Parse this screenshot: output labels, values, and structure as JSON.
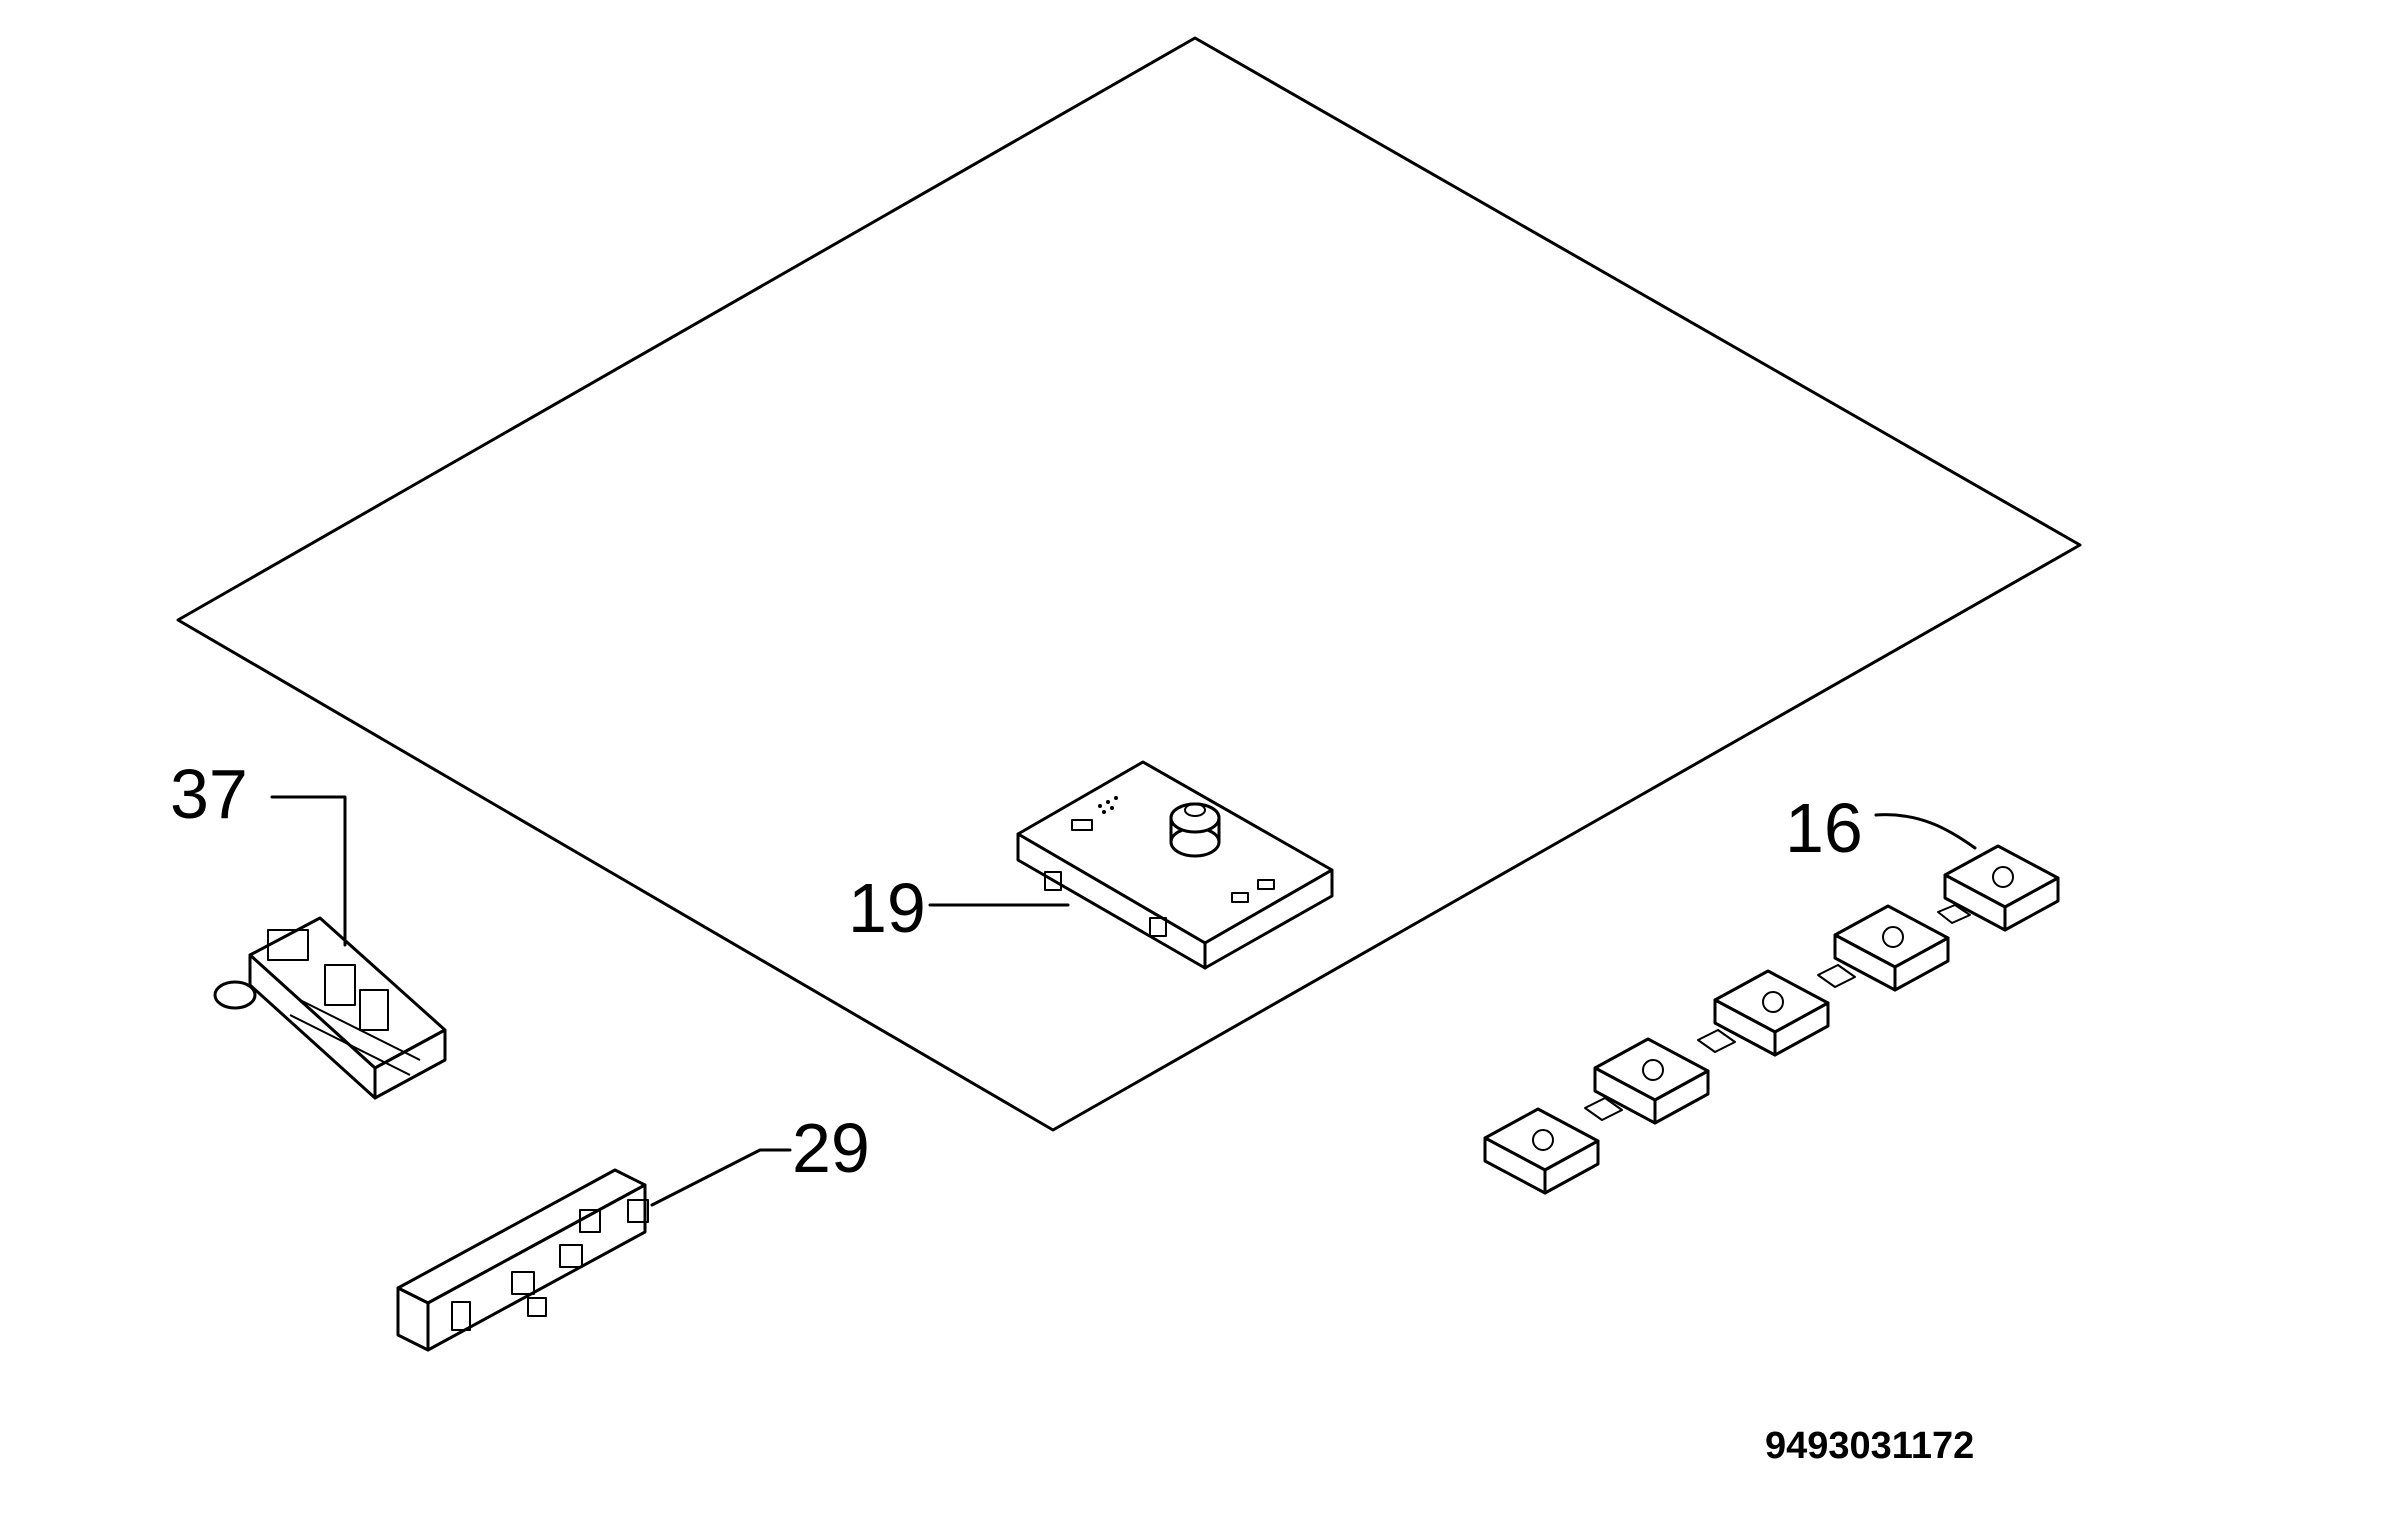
{
  "parts": [
    {
      "id": "glass-plate",
      "label": ""
    },
    {
      "id": "control-knob-module",
      "label": "19"
    },
    {
      "id": "igniter-switch-strip",
      "label": "16"
    },
    {
      "id": "connector-block",
      "label": "37"
    },
    {
      "id": "spark-generator",
      "label": "29"
    }
  ],
  "document_number": "9493031172"
}
